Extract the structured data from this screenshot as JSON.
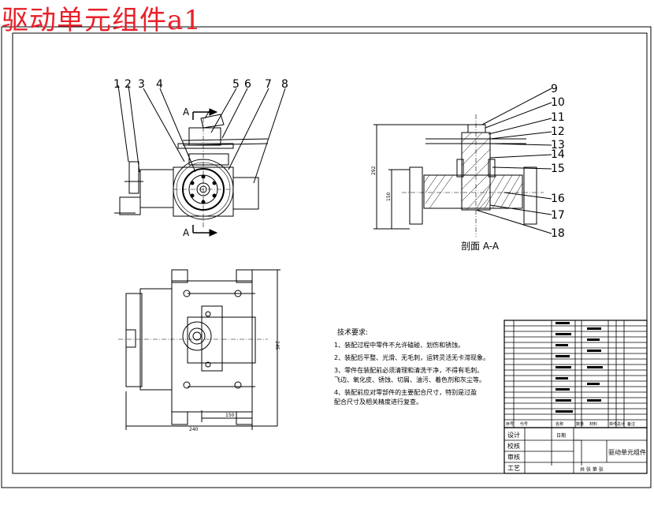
{
  "title": "驱动单元组件a1",
  "callouts_left": [
    "1",
    "2",
    "3",
    "4",
    "5",
    "6",
    "7",
    "8"
  ],
  "callouts_right": [
    "9",
    "10",
    "11",
    "12",
    "13",
    "14",
    "15",
    "16",
    "17",
    "18"
  ],
  "section_marks": [
    "A",
    "A"
  ],
  "section_caption": "剖面 A-A",
  "dims": {
    "overall_width": "240",
    "side_dim": "150",
    "height_dim": "245",
    "section_height": "292",
    "section_inner": "150"
  },
  "tech": {
    "heading": "技术要求:",
    "items": [
      "1、装配过程中零件不允许磕碰、划伤和锈蚀。",
      "2、装配后平整、光滑、无毛刺，运转灵活无卡滞现象。",
      "3、零件在装配前必须清理和清洗干净，不得有毛刺。",
      "飞边、氧化皮、锈蚀、切屑、油污、着色剂和灰尘等。",
      "4、装配前应对零部件的主要配合尺寸，特别是过盈",
      "配合尺寸及相关精度进行复查。"
    ]
  },
  "title_block": {
    "labels": [
      "设计",
      "校核",
      "审核",
      "工艺",
      "日期"
    ],
    "bom_header": [
      "序号",
      "代号",
      "名称",
      "数量",
      "材料",
      "单件",
      "总计",
      "备注"
    ],
    "part_name": "驱动单元组件",
    "sheet_label": "共  张  第  张"
  }
}
